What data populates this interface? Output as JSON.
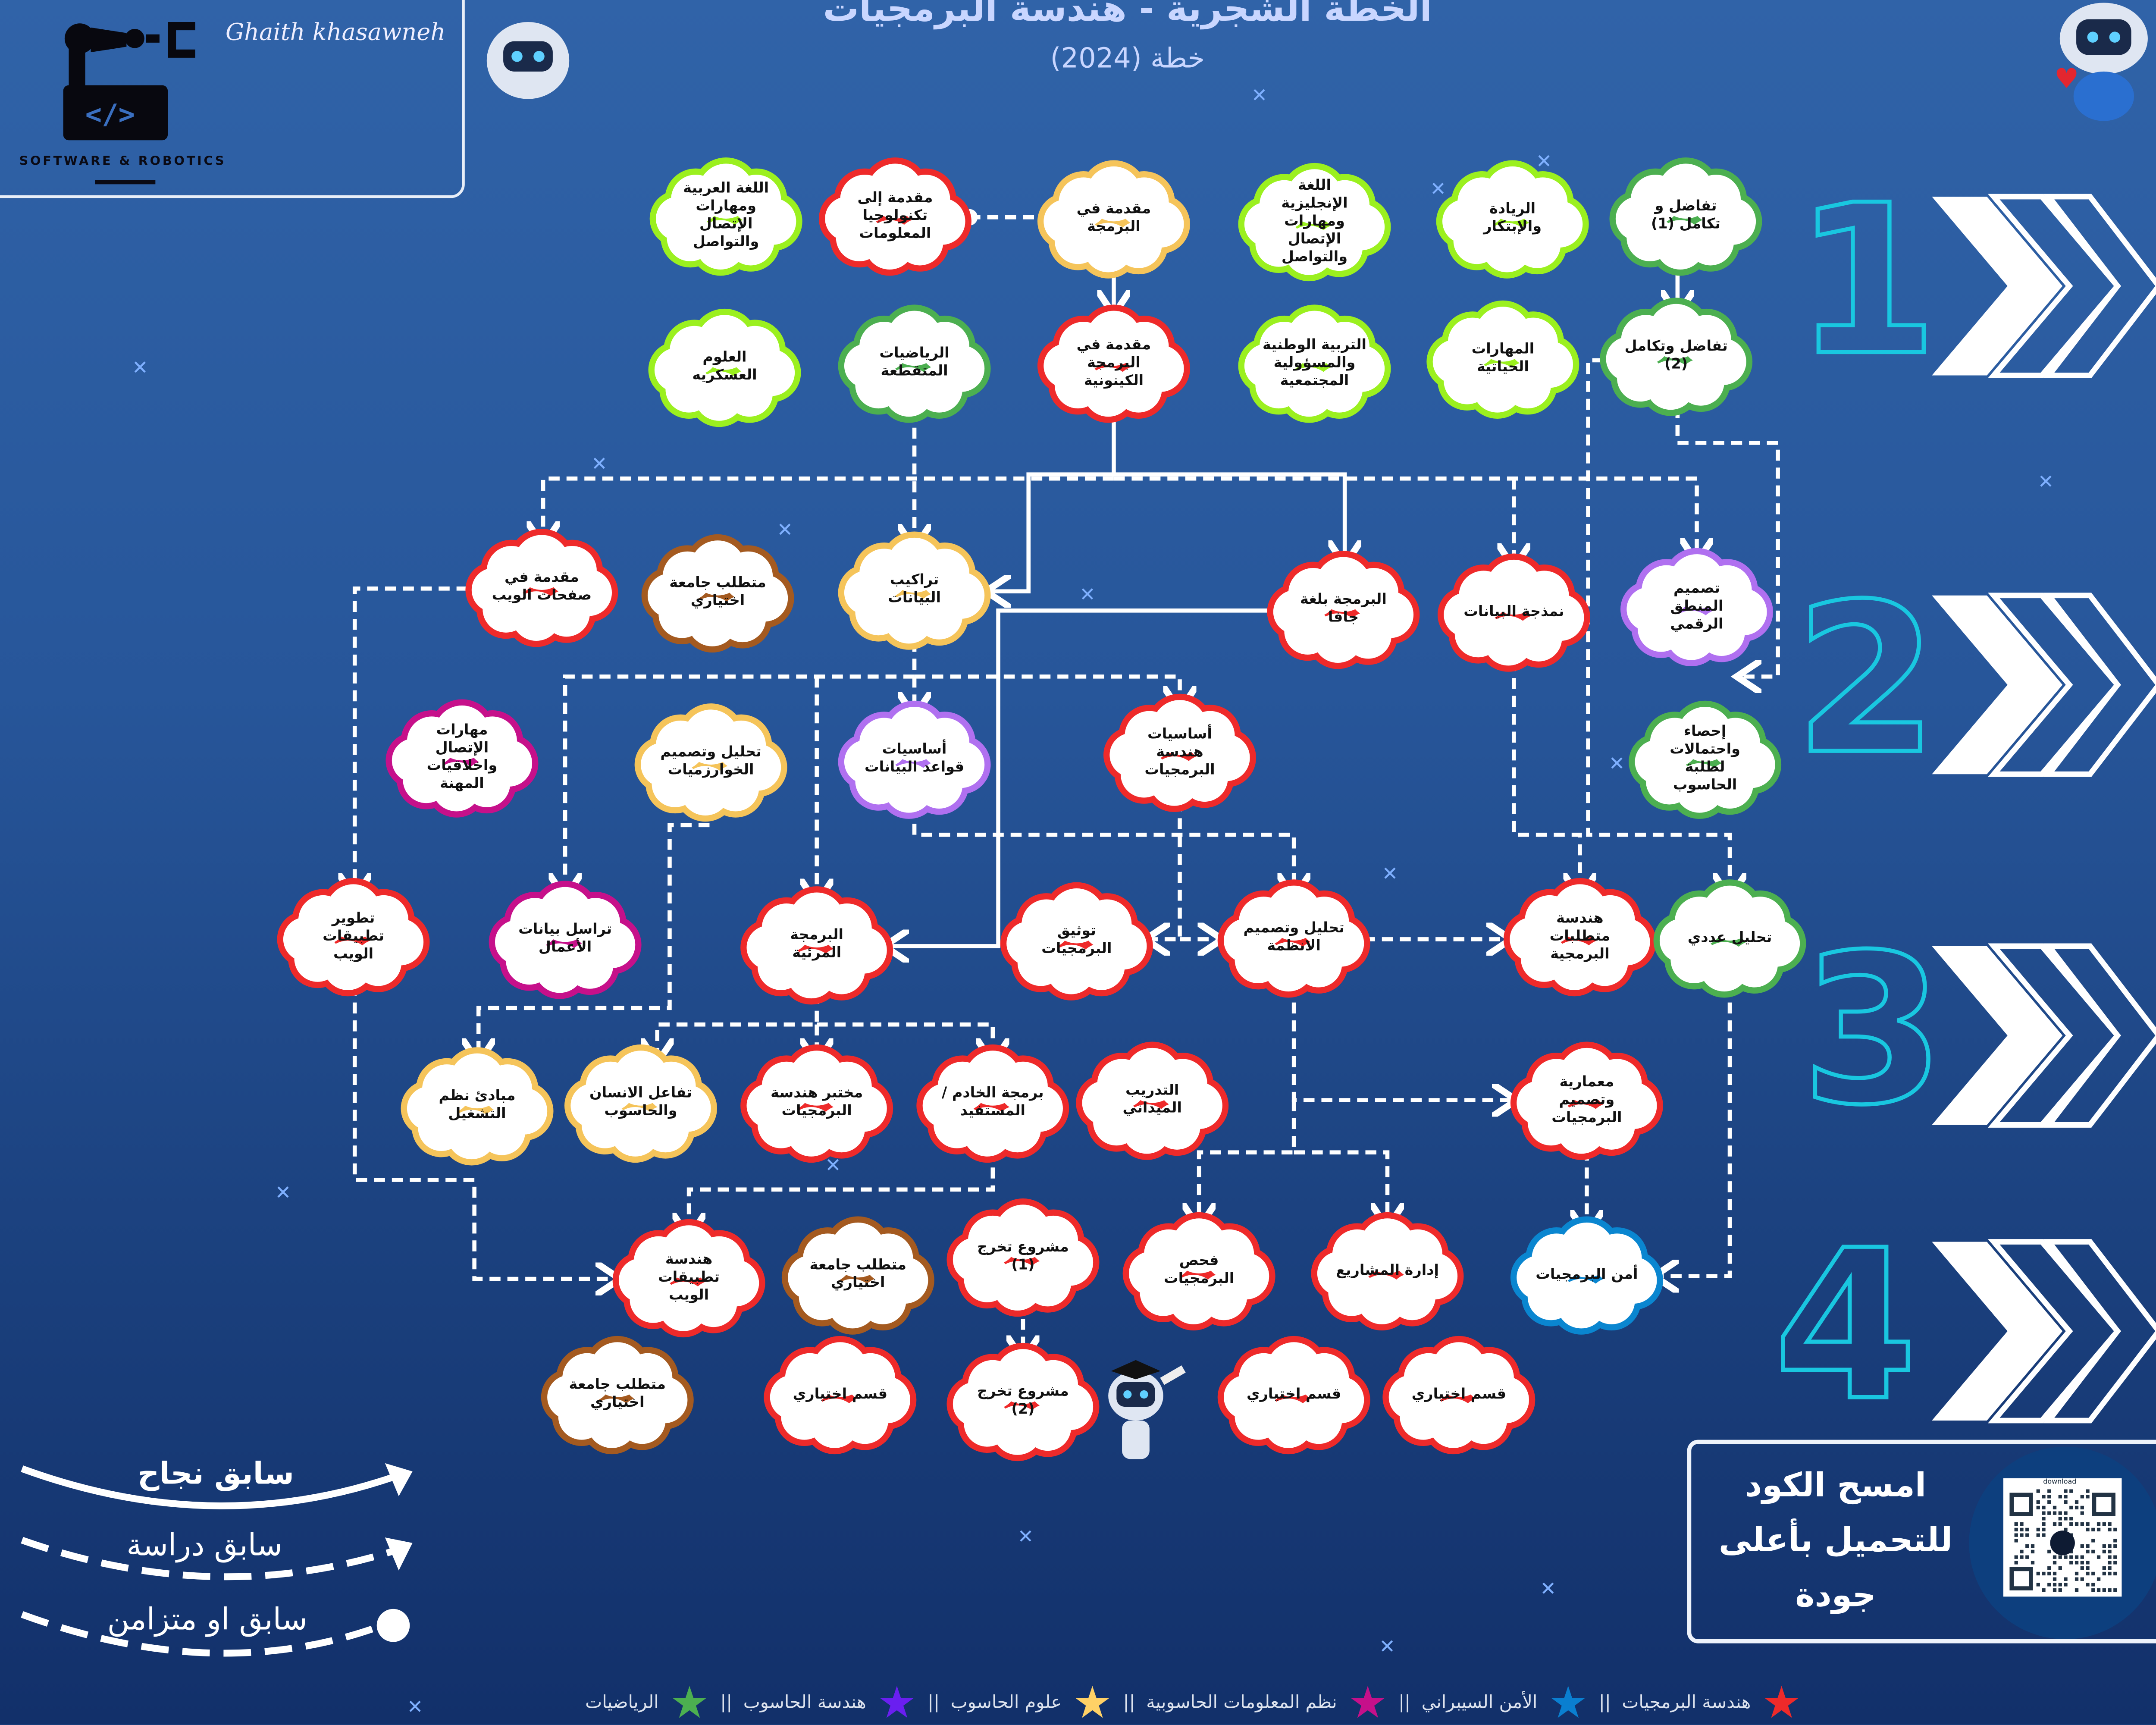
{
  "header": {
    "title": "الخطة الشجرية - هندسة البرمجيات",
    "subtitle": "خطة (2024)"
  },
  "brand": {
    "author": "Ghaith khasawneh",
    "tagline": "SOFTWARE & ROBOTICS"
  },
  "colors": {
    "lime": "#9bf01f",
    "green": "#4caf50",
    "red": "#ee2a2a",
    "yellow": "#f5c45a",
    "brown": "#a45a20",
    "purple": "#b070f0",
    "magenta": "#c6108a",
    "blue": "#0a86d0",
    "cyan": "#19c7e0"
  },
  "year_levels": [
    "1",
    "2",
    "3",
    "4"
  ],
  "nodes": [
    {
      "label": "اللغة العربية ومهارات الإتصال والتواصل",
      "color": "lime"
    },
    {
      "label": "مقدمة إلى تكنولوجيا المعلومات",
      "color": "red"
    },
    {
      "label": "مقدمة في البرمجة",
      "color": "yellow"
    },
    {
      "label": "اللغة الإنجليزية ومهارات الإتصال والتواصل",
      "color": "lime"
    },
    {
      "label": "الريادة والإبتكار",
      "color": "lime"
    },
    {
      "label": "تفاضل و تكامل (1)",
      "color": "green"
    },
    {
      "label": "العلوم العسكريه",
      "color": "lime"
    },
    {
      "label": "الرياضيات المتقطعة",
      "color": "green"
    },
    {
      "label": "مقدمة في البرمجة الكينونية",
      "color": "red"
    },
    {
      "label": "التربية الوطنية والمسؤولية المجتمعية",
      "color": "lime"
    },
    {
      "label": "المهارات الحياتية",
      "color": "lime"
    },
    {
      "label": "تفاضل وتكامل (2)",
      "color": "green"
    },
    {
      "label": "مقدمة في صفحات الويب",
      "color": "red"
    },
    {
      "label": "متطلب جامعة اختياري",
      "color": "brown"
    },
    {
      "label": "تراكيب البيانات",
      "color": "yellow"
    },
    {
      "label": "البرمجة بلغة جافا",
      "color": "red"
    },
    {
      "label": "نمذجة البيانات",
      "color": "red"
    },
    {
      "label": "تصميم المنطق الرقمي",
      "color": "purple"
    },
    {
      "label": "مهارات الإتصال واخلاقيات المهنة",
      "color": "magenta"
    },
    {
      "label": "تحليل وتصميم الخوارزميات",
      "color": "yellow"
    },
    {
      "label": "أساسيات قواعد البيانات",
      "color": "purple"
    },
    {
      "label": "أساسيات هندسة البرمجيات",
      "color": "red"
    },
    {
      "label": "إحصاء واحتمالات لطلبة الحاسوب",
      "color": "green"
    },
    {
      "label": "تطوير تطبيقات الويب",
      "color": "red"
    },
    {
      "label": "تراسل بيانات الأعمال",
      "color": "magenta"
    },
    {
      "label": "البرمجة المرئية",
      "color": "red"
    },
    {
      "label": "توثيق البرمجيات",
      "color": "red"
    },
    {
      "label": "تحليل وتصميم الانظمة",
      "color": "red"
    },
    {
      "label": "هندسة متطلبات البرمجية",
      "color": "red"
    },
    {
      "label": "تحليل عددي",
      "color": "green"
    },
    {
      "label": "مبادئ نظم التشغيل",
      "color": "yellow"
    },
    {
      "label": "تفاعل الانسان والحاسوب",
      "color": "yellow"
    },
    {
      "label": "مختبر هندسة البرمجيات",
      "color": "red"
    },
    {
      "label": "برمجة الخادم / المستفيد",
      "color": "red"
    },
    {
      "label": "التدريب الميداني",
      "color": "red"
    },
    {
      "label": "معمارية وتصميم البرمجيات",
      "color": "red"
    },
    {
      "label": "هندسة تطبيقات الويب",
      "color": "red"
    },
    {
      "label": "متطلب جامعة اختياري",
      "color": "brown"
    },
    {
      "label": "مشروع تخرج (1)",
      "color": "red"
    },
    {
      "label": "فحص البرمجيات",
      "color": "red"
    },
    {
      "label": "إدارة المشاريع",
      "color": "red"
    },
    {
      "label": "أمن البرمجيات",
      "color": "blue"
    },
    {
      "label": "متطلب جامعة اختياري",
      "color": "brown"
    },
    {
      "label": "قسم اختياري",
      "color": "red"
    },
    {
      "label": "مشروع تخرج (2)",
      "color": "red"
    },
    {
      "label": "قسم اختياري",
      "color": "red"
    },
    {
      "label": "قسم اختياري",
      "color": "red"
    }
  ],
  "legend": {
    "success": "سابق نجاح",
    "study": "سابق دراسة",
    "concurrent": "سابق او متزامن"
  },
  "qr": {
    "text": "امسح الكود للتحميل بأعلى جودة",
    "label": "download"
  },
  "departments": [
    {
      "label": "هندسة البرمجيات",
      "color": "#ee2a2a"
    },
    {
      "label": "الأمن السيبراني",
      "color": "#0a7fd0"
    },
    {
      "label": "نظم المعلومات الحاسوبية",
      "color": "#c6108a"
    },
    {
      "label": "علوم الحاسوب",
      "color": "#ffd166"
    },
    {
      "label": "هندسة الحاسوب",
      "color": "#6a1ff0"
    },
    {
      "label": "الرياضيات",
      "color": "#4caf50"
    }
  ],
  "separator": "||"
}
